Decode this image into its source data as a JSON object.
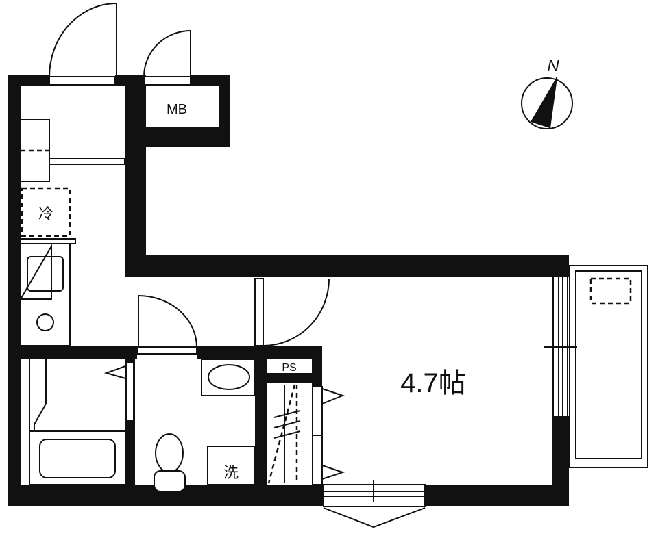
{
  "plan": {
    "room_size": "4.7帖",
    "labels": {
      "meter_box": "MB",
      "fridge": "冷",
      "washer": "洗",
      "pipe_space_top": "PS",
      "pipe_space_bath": "PS"
    },
    "compass": {
      "label": "N",
      "icon": "north-arrow-icon"
    },
    "colors": {
      "wall": "#111111",
      "background": "#ffffff"
    }
  }
}
